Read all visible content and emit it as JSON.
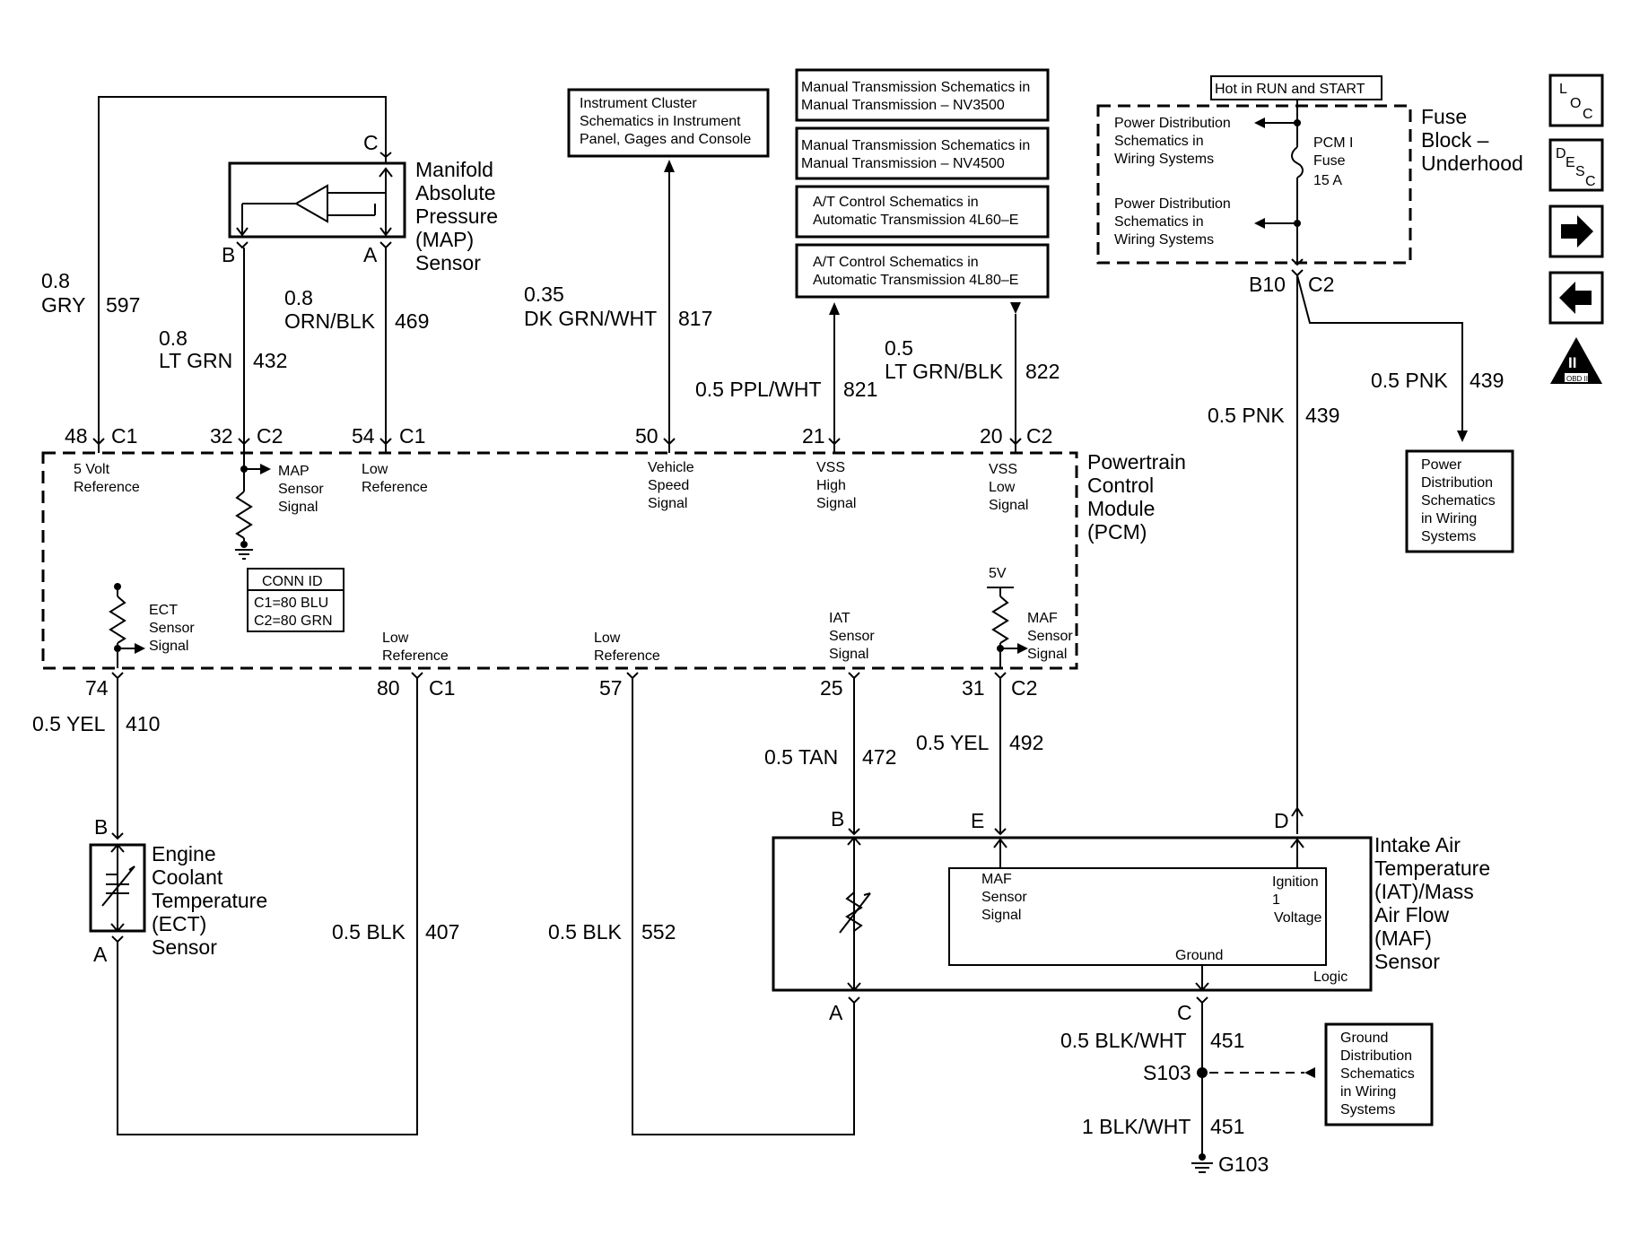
{
  "top": {
    "map_sensor": [
      "Manifold",
      "Absolute",
      "Pressure",
      "(MAP)",
      "Sensor"
    ],
    "map_pin_c": "C",
    "map_pin_b": "B",
    "map_pin_a": "A",
    "wire_597": {
      "size": "0.8",
      "color": "GRY",
      "circuit": "597"
    },
    "wire_432": {
      "size": "0.8",
      "color": "LT GRN",
      "circuit": "432"
    },
    "wire_469": {
      "size": "0.8",
      "color": "ORN/BLK",
      "circuit": "469"
    },
    "wire_817": {
      "size": "0.35",
      "color": "DK GRN/WHT",
      "circuit": "817"
    },
    "wire_821": {
      "label": "0.5 PPL/WHT",
      "circuit": "821"
    },
    "wire_822": {
      "size": "0.5",
      "color": "LT GRN/BLK",
      "circuit": "822"
    },
    "instrument_box": [
      "Instrument Cluster",
      "Schematics in Instrument",
      "Panel, Gages and Console"
    ],
    "mt_box_1": [
      "Manual Transmission Schematics in",
      "Manual Transmission – NV3500"
    ],
    "mt_box_2": [
      "Manual Transmission Schematics in",
      "Manual Transmission – NV4500"
    ],
    "at_box_1": [
      "A/T Control Schematics in",
      "Automatic Transmission 4L60–E"
    ],
    "at_box_2": [
      "A/T Control Schematics in",
      "Automatic Transmission 4L80–E"
    ]
  },
  "fuse": {
    "hot_label": "Hot in RUN and START",
    "pd_top": [
      "Power Distribution",
      "Schematics in",
      "Wiring Systems"
    ],
    "pd_bottom": [
      "Power Distribution",
      "Schematics in",
      "Wiring Systems"
    ],
    "fuse_name": [
      "PCM I",
      "Fuse",
      "15 A"
    ],
    "block_title": [
      "Fuse",
      "Block –",
      "Underhood"
    ],
    "pin": "B10",
    "conn": "C2",
    "wire_439_branch": {
      "label": "0.5 PNK",
      "circuit": "439"
    },
    "wire_439_main": {
      "label": "0.5 PNK",
      "circuit": "439"
    },
    "pd_box": [
      "Power",
      "Distribution",
      "Schematics",
      "in Wiring",
      "Systems"
    ]
  },
  "pcm": {
    "title": [
      "Powertrain",
      "Control",
      "Module",
      "(PCM)"
    ],
    "top_pins": [
      {
        "num": "48",
        "conn": "C1"
      },
      {
        "num": "32",
        "conn": "C2"
      },
      {
        "num": "54",
        "conn": "C1"
      },
      {
        "num": "50",
        "conn": ""
      },
      {
        "num": "21",
        "conn": ""
      },
      {
        "num": "20",
        "conn": "C2"
      }
    ],
    "sig_5v": [
      "5 Volt",
      "Reference"
    ],
    "sig_map": [
      "MAP",
      "Sensor",
      "Signal"
    ],
    "sig_low_ref": [
      "Low",
      "Reference"
    ],
    "sig_vss": [
      "Vehicle",
      "Speed",
      "Signal"
    ],
    "sig_vss_high": [
      "VSS",
      "High",
      "Signal"
    ],
    "sig_vss_low": [
      "VSS",
      "Low",
      "Signal"
    ],
    "conn_id": [
      "CONN ID",
      "C1=80 BLU",
      "C2=80 GRN"
    ],
    "sig_ect": [
      "ECT",
      "Sensor",
      "Signal"
    ],
    "sig_low_ref_2": [
      "Low",
      "Reference"
    ],
    "sig_low_ref_3": [
      "Low",
      "Reference"
    ],
    "sig_iat": [
      "IAT",
      "Sensor",
      "Signal"
    ],
    "v5": "5V",
    "sig_maf": [
      "MAF",
      "Sensor",
      "Signal"
    ],
    "bottom_pins": [
      {
        "num": "74",
        "conn": ""
      },
      {
        "num": "80",
        "conn": "C1"
      },
      {
        "num": "57",
        "conn": ""
      },
      {
        "num": "25",
        "conn": ""
      },
      {
        "num": "31",
        "conn": "C2"
      }
    ]
  },
  "bottom": {
    "wire_410": {
      "label": "0.5 YEL",
      "circuit": "410"
    },
    "wire_407": {
      "label": "0.5 BLK",
      "circuit": "407"
    },
    "wire_552": {
      "label": "0.5 BLK",
      "circuit": "552"
    },
    "wire_472": {
      "label": "0.5 TAN",
      "circuit": "472"
    },
    "wire_492": {
      "label": "0.5 YEL",
      "circuit": "492"
    },
    "ect_pin_b": "B",
    "ect_pin_a": "A",
    "ect_sensor": [
      "Engine",
      "Coolant",
      "Temperature",
      "(ECT)",
      "Sensor"
    ],
    "maf_pin_b": "B",
    "maf_pin_e": "E",
    "maf_pin_d": "D",
    "maf_pin_a": "A",
    "maf_pin_c": "C",
    "maf_sensor": [
      "Intake Air",
      "Temperature",
      "(IAT)/Mass",
      "Air Flow",
      "(MAF)",
      "Sensor"
    ],
    "maf_inner_signal": [
      "MAF",
      "Sensor",
      "Signal"
    ],
    "maf_inner_ign": [
      "Ignition",
      "1",
      "Voltage"
    ],
    "maf_ground": "Ground",
    "maf_logic": "Logic",
    "wire_451_top": {
      "label": "0.5 BLK/WHT",
      "circuit": "451"
    },
    "splice": "S103",
    "wire_451_bottom": {
      "label": "1 BLK/WHT",
      "circuit": "451"
    },
    "ground": "G103",
    "gd_box": [
      "Ground",
      "Distribution",
      "Schematics",
      "in Wiring",
      "Systems"
    ]
  },
  "nav": {
    "loc_icon": [
      "L",
      "O",
      "C"
    ],
    "desc_icon": [
      "D",
      "E",
      "S",
      "C"
    ],
    "obd_icon": [
      "II",
      "OBD II"
    ],
    "icons": [
      "loc-icon",
      "desc-icon",
      "arrow-right-icon",
      "arrow-left-icon",
      "obd-ii-icon"
    ]
  }
}
